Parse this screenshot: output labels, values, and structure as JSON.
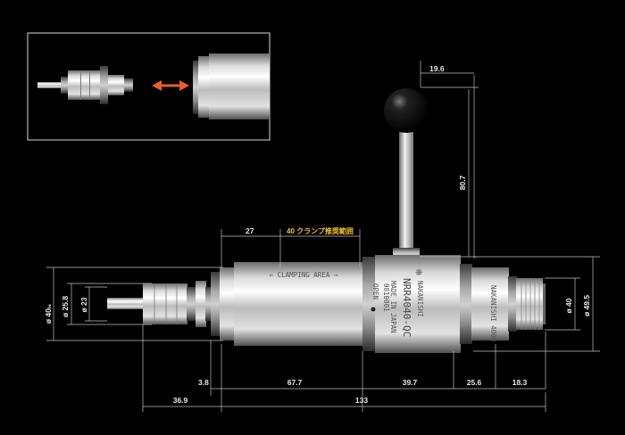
{
  "inset": {
    "arrow_color": "#e8602a"
  },
  "dimensions": {
    "lever_offset": "19.6",
    "lever_height": "80.7",
    "clamp_start": "27",
    "clamp_area": "40 クランプ推奨範囲",
    "dia_40l": "ø 40ₗ₆",
    "dia_25_8": "ø 25.8",
    "dia_23": "ø 23",
    "dia_40": "ø 40",
    "dia_49_5": "ø 49.5",
    "len_3_8": "3.8",
    "len_67_7": "67.7",
    "len_39_7": "39.7",
    "len_25_6": "25.6",
    "len_18_3": "18.3",
    "len_36_9": "36.9",
    "len_133": "133"
  },
  "engraving": {
    "clamping_area": "← CLAMPING AREA →",
    "open": "OPEN",
    "brand": "NAKANISHI",
    "model": "NRR4040-QC",
    "made_in": "MADE IN JAPAN",
    "serial": "0810001",
    "motor": "NAKANISHI 4000"
  }
}
